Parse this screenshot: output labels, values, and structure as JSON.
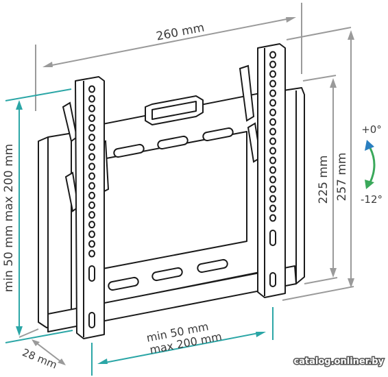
{
  "dimensions": {
    "width": "260 mm",
    "height_total": "257 mm",
    "height_rail": "225 mm",
    "vesa_vertical": "min 50 mm max 200 mm",
    "vesa_horizontal_min": "min 50 mm",
    "vesa_horizontal_max": "max 200 mm",
    "depth": "28 mm"
  },
  "tilt": {
    "up": "+0°",
    "down": "-12°"
  },
  "watermark": "catalog.onliner.by",
  "colors": {
    "gray_dim": "#9a9a9a",
    "teal_dim": "#2ba6a6",
    "green_arrow": "#3aa85a",
    "blue_arrow": "#2a7fc0",
    "outline": "#1a1a1a"
  }
}
